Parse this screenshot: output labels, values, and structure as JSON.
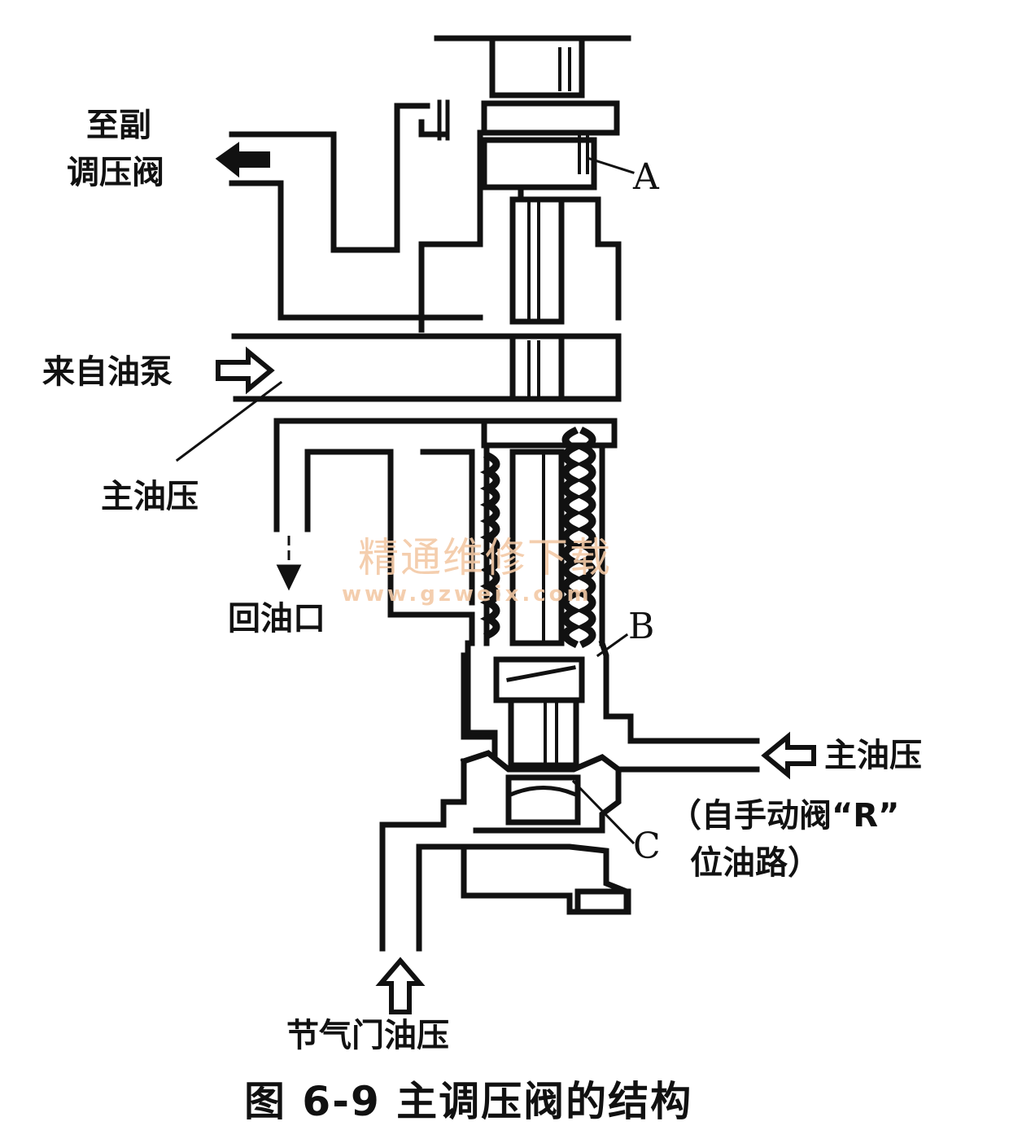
{
  "labels": {
    "to_secondary_regulator_line1": "至副",
    "to_secondary_regulator_line2": "调压阀",
    "from_oil_pump": "来自油泵",
    "main_oil_pressure_left": "主油压",
    "oil_return_port": "回油口",
    "main_oil_pressure_right": "主油压",
    "manual_valve_line1": "（自手动阀“R”",
    "manual_valve_line2": "位油路）",
    "throttle_oil_pressure": "节气门油压",
    "part_a": "A",
    "part_b": "B",
    "part_c": "C"
  },
  "watermark": {
    "cn": "精通维修下载",
    "url": "www.gzweix.com"
  },
  "caption": "图 6-9   主调压阀的结构"
}
